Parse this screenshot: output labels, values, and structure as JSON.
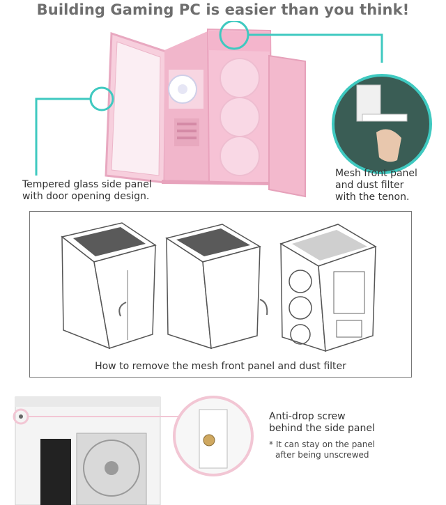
{
  "headline": "Building Gaming PC is easier than you think!",
  "features": {
    "side_panel": {
      "line1": "Tempered glass side panel",
      "line2": "with door opening design."
    },
    "front_panel": {
      "line1": "Mesh front panel",
      "line2": "and dust filter",
      "line3": "with the tenon."
    },
    "removal_caption": "How to remove the mesh front panel and dust filter",
    "screw": {
      "line1": "Anti-drop screw",
      "line2": "behind the side panel",
      "note1": "* It can stay on the panel",
      "note2": "after being unscrewed"
    }
  },
  "colors": {
    "case_pink": "#f3bcd0",
    "callout_teal": "#3fc9c0",
    "callout_pink": "#f2c6d4",
    "headline_gray": "#6e6e6e"
  }
}
